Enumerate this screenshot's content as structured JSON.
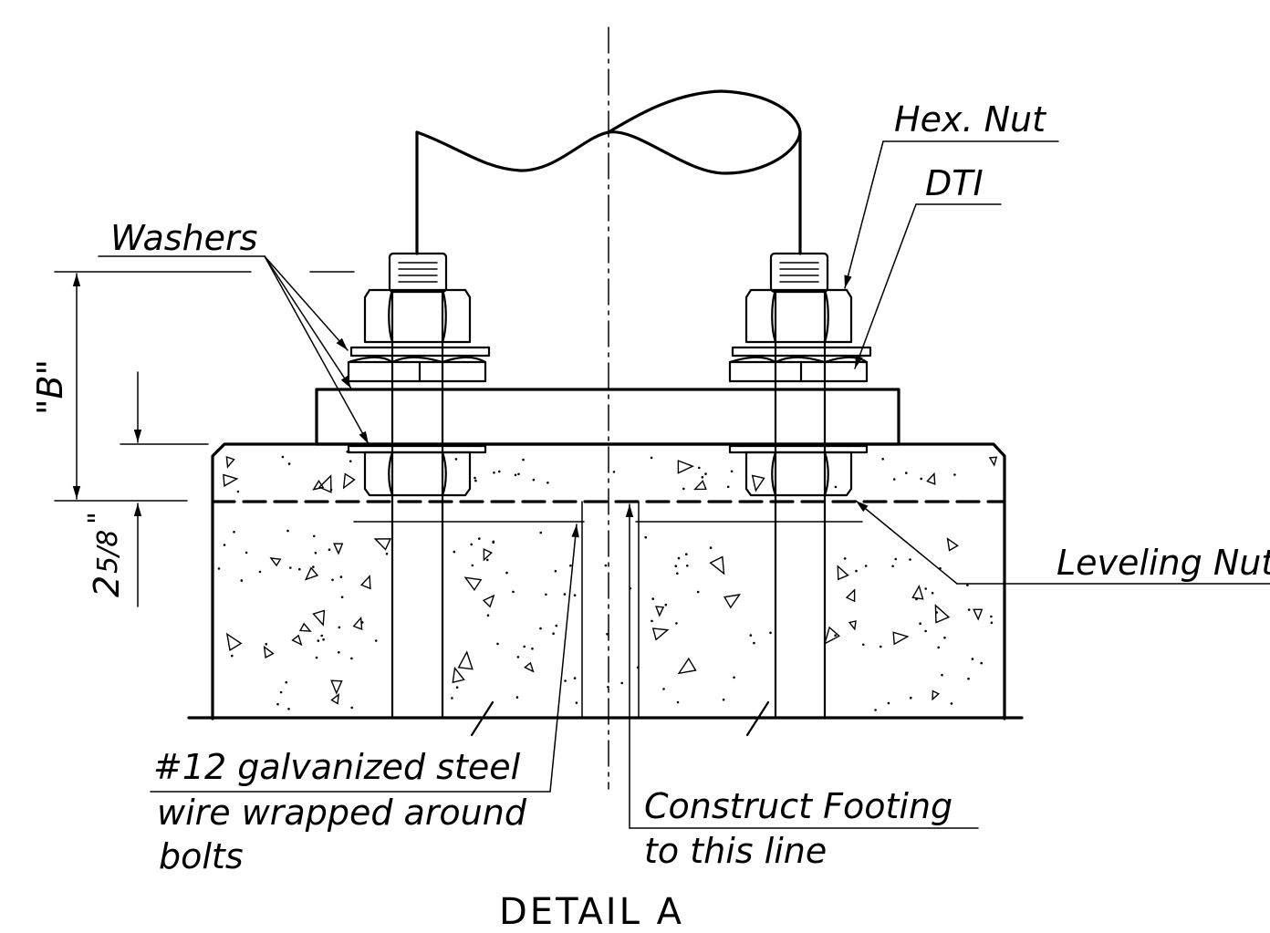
{
  "labels": {
    "hex_nut": "Hex. Nut",
    "dti": "DTI",
    "washers": "Washers",
    "dim_b": "\"B\"",
    "dim_two": "2",
    "dim_fraction": "5/8",
    "dim_inch": "\"",
    "leveling_nut": "Leveling Nut",
    "wire_line1": "#12 galvanized steel",
    "wire_line2": "wire wrapped around",
    "wire_line3": "bolts",
    "footing_line1": "Construct Footing",
    "footing_line2": "to this line",
    "title": "DETAIL A"
  },
  "colors": {
    "ink": "#000000",
    "background": "#ffffff"
  }
}
